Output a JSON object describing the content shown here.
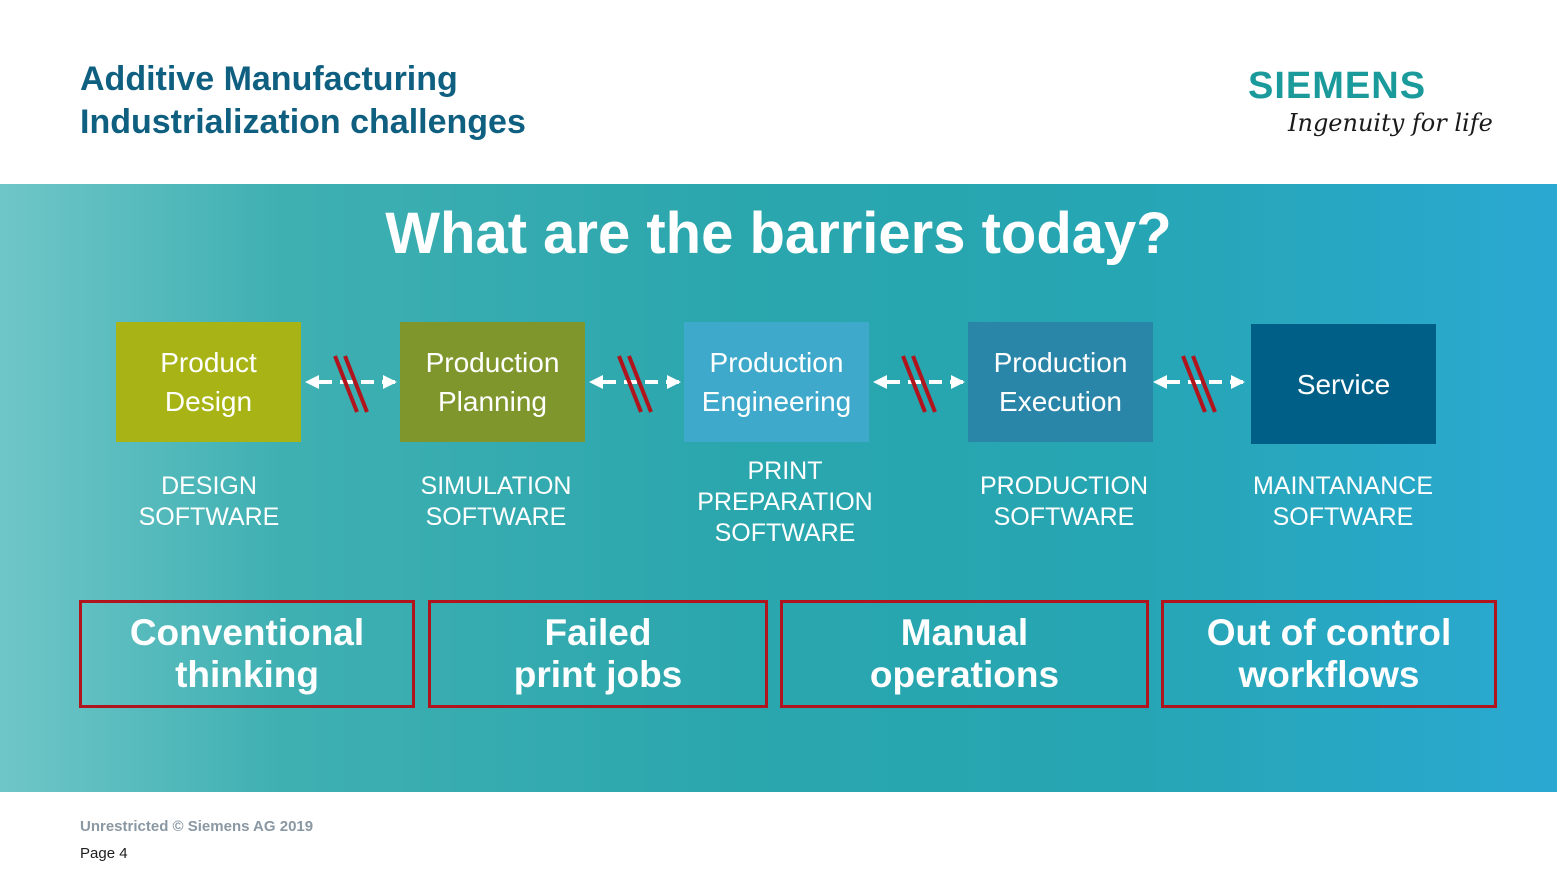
{
  "header": {
    "title_line1": "Additive Manufacturing",
    "title_line2": "Industrialization challenges"
  },
  "logo": {
    "wordmark": "SIEMENS",
    "tagline": "Ingenuity for life"
  },
  "headline": "What are the barriers today?",
  "stages": [
    {
      "label": "Product\nDesign",
      "software": "DESIGN\nSOFTWARE",
      "color": "#a8b416"
    },
    {
      "label": "Production\nPlanning",
      "software": "SIMULATION\nSOFTWARE",
      "color": "#7f962d"
    },
    {
      "label": "Production\nEngineering",
      "software": "PRINT\nPREPARATION\nSOFTWARE",
      "color": "#3fa9cc"
    },
    {
      "label": "Production\nExecution",
      "software": "PRODUCTION\nSOFTWARE",
      "color": "#2a86a8"
    },
    {
      "label": "Service",
      "software": "MAINTANANCE\nSOFTWARE",
      "color": "#005f87"
    }
  ],
  "barriers": [
    "Conventional\nthinking",
    "Failed\nprint jobs",
    "Manual\noperations",
    "Out of control\nworkflows"
  ],
  "colors": {
    "title": "#0f5f80",
    "barrier_border": "#b0141c",
    "break_mark": "#b0141c"
  },
  "footer": {
    "copyright": "Unrestricted © Siemens AG 2019",
    "page": "Page 4"
  }
}
